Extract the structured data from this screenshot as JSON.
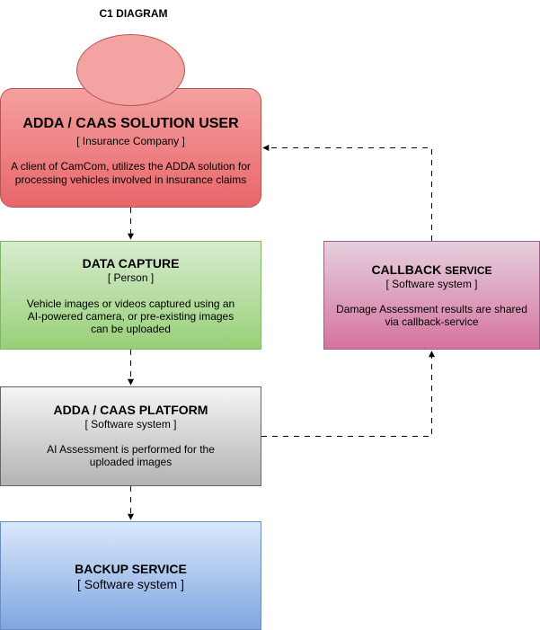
{
  "diagram": {
    "title": "C1 DIAGRAM",
    "user": {
      "name": "ADDA / CAAS SOLUTION USER",
      "kind": "[ Insurance Company ]",
      "desc": "A client of CamCom, utilizes the ADDA solution for processing vehicles involved in insurance claims"
    },
    "capture": {
      "name": "DATA CAPTURE",
      "kind": "[ Person ]",
      "desc": "Vehicle images or videos captured using an AI-powered camera, or pre-existing images can be uploaded"
    },
    "callback": {
      "name_main": "CALLBACK",
      "name_small": "SERVICE",
      "kind": "[ Software system ]",
      "desc": "Damage Assessment results are shared via callback-service"
    },
    "platform": {
      "name": "ADDA / CAAS PLATFORM",
      "kind": "[ Software system ]",
      "desc": "AI Assessment is performed for the uploaded images"
    },
    "backup": {
      "name": "BACKUP SERVICE",
      "kind": "[ Software system ]"
    },
    "colors": {
      "user": "#e8666a",
      "capture": "#97d077",
      "callback": "#d5739d",
      "platform": "#b3b3b3",
      "backup": "#7ea6e0"
    }
  }
}
